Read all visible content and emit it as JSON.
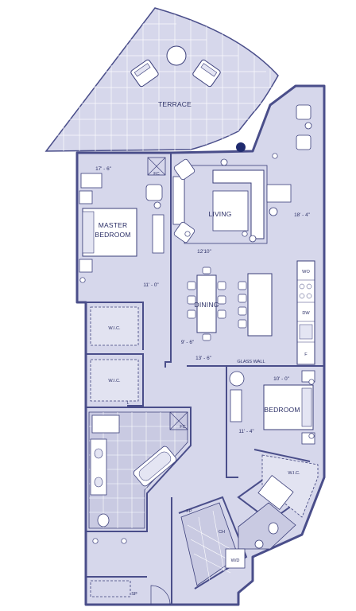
{
  "colors": {
    "floor": "#d6d7eb",
    "wall": "#4a4e8a",
    "line": "#3b3f7a",
    "furniture": "#ffffff",
    "accent": "#1f2a6e"
  },
  "rooms": {
    "terrace": "TERRACE",
    "living": "LIVING",
    "dining": "DINING",
    "master_line1": "MASTER",
    "master_line2": "BEDROOM",
    "bedroom": "BEDROOM",
    "wic_upper": "W.I.C.",
    "wic_middle": "W.I.C.",
    "wic_right": "W.I.C."
  },
  "dimensions": {
    "master_width": "17' - 6\"",
    "living_width": "18' - 4\"",
    "master_depth": "11' - 0\"",
    "dining_height": "12'10\"",
    "dining_width": "9' - 6\"",
    "hall": "13' - 6\"",
    "bedroom_width": "10' - 0\"",
    "bedroom_depth": "11' - 4\""
  },
  "labels": {
    "glass_wall": "GLASS WALL",
    "fc_top": "FC",
    "fc_bottom": "FC",
    "wo": "WO",
    "dw": "DW",
    "f": "F",
    "l": "L",
    "fp": "FP",
    "ch": "CH",
    "wd": "W/D",
    "sp": "SP"
  }
}
